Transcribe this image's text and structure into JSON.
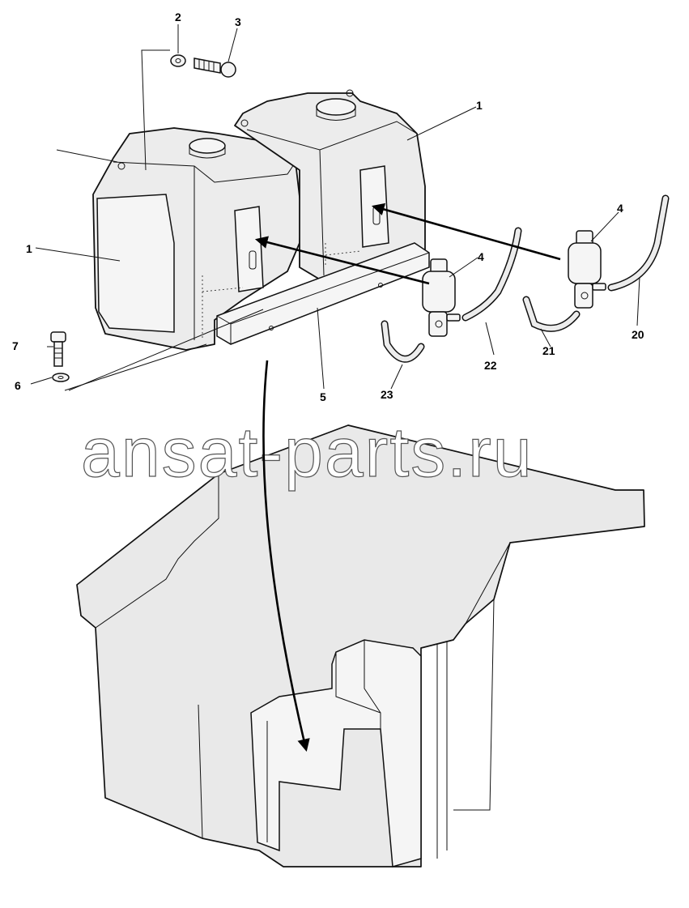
{
  "watermark": "ansat-parts.ru",
  "labels": {
    "l1a": "1",
    "l1b": "1",
    "l2": "2",
    "l3": "3",
    "l4a": "4",
    "l4b": "4",
    "l5": "5",
    "l6": "6",
    "l7": "7",
    "l20": "20",
    "l21": "21",
    "l22": "22",
    "l23": "23"
  }
}
